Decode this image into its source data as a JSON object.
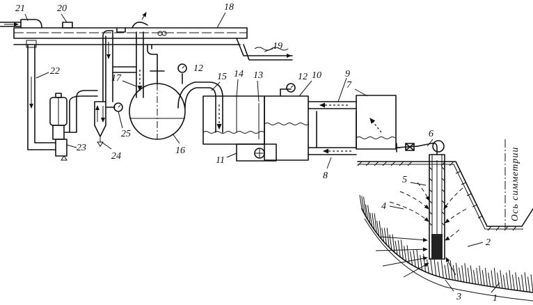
{
  "labels": {
    "l1": "1",
    "l2": "2",
    "l3": "3",
    "l4": "4",
    "l5": "5",
    "l6": "6",
    "l7": "7",
    "l8": "8",
    "l9": "9",
    "l10": "10",
    "l11": "11",
    "l12a": "12",
    "l12b": "12",
    "l13": "13",
    "l14": "14",
    "l15": "15",
    "l16": "16",
    "l17": "17",
    "l18": "18",
    "l19": "19",
    "l20": "20",
    "l21": "21",
    "l22": "22",
    "l23": "23",
    "l24": "24",
    "l25": "25"
  },
  "axis_label": "Ось симметрии",
  "icons": {
    "pressure_gauge": "pressure-gauge-icon",
    "pump": "pump-icon",
    "valve": "valve-icon"
  }
}
